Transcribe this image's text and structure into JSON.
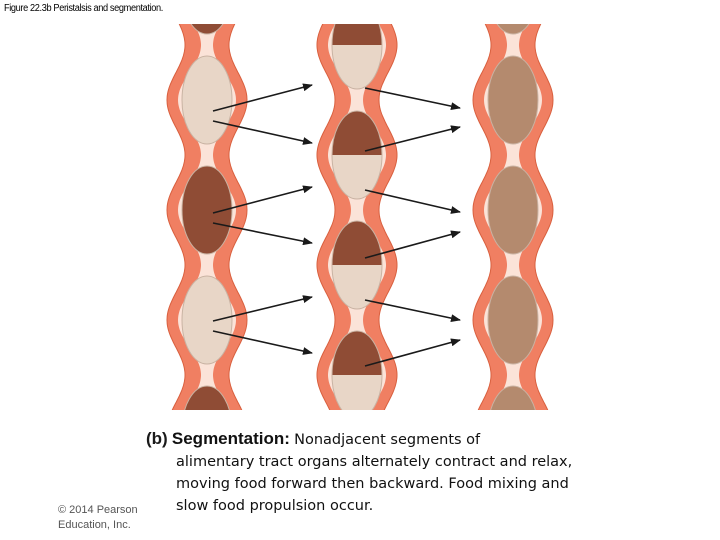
{
  "figure": {
    "title": "Figure 22.3b  Peristalsis and segmentation."
  },
  "caption": {
    "part_label": "(b)",
    "heading": "Segmentation:",
    "body_first_line": "Nonadjacent segments of",
    "body_rest": "alimentary tract organs alternately contract and relax, moving food forward then backward. Food mixing and slow food propulsion occur."
  },
  "copyright": "© 2014 Pearson Education, Inc.",
  "colors": {
    "wall": "#f07f62",
    "wall_edge": "#d9603f",
    "lumen": "#fbe3d8",
    "food_light": "#e8d6c7",
    "food_dark": "#8f4c35",
    "food_mixed": "#b48a6e",
    "arrow": "#1a1a1a"
  },
  "diagram": {
    "tubes": [
      {
        "name": "tube-left",
        "boluses": [
          "dark",
          "light",
          "dark",
          "light",
          "dark"
        ]
      },
      {
        "name": "tube-middle",
        "boluses": [
          "split",
          "split",
          "split",
          "split",
          "split"
        ]
      },
      {
        "name": "tube-right",
        "boluses": [
          "mixed",
          "mixed",
          "mixed",
          "mixed",
          "mixed"
        ]
      }
    ],
    "arrow_count": 12
  }
}
